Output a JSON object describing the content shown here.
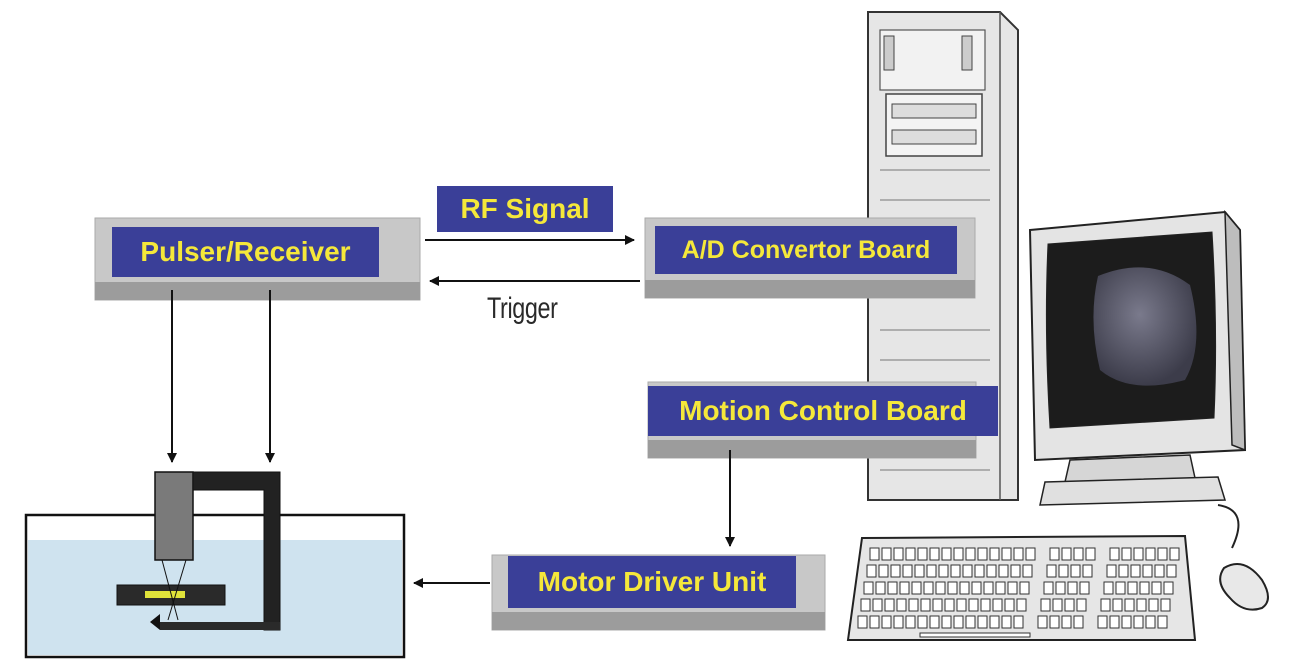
{
  "labels": {
    "rf_signal": "RF Signal",
    "trigger": "Trigger",
    "pulser_receiver": "Pulser/Receiver",
    "ad_convertor": "A/D Convertor Board",
    "motion_control": "Motion Control Board",
    "motor_driver": "Motor Driver Unit"
  },
  "colors": {
    "label_bg": "#3a3f98",
    "label_text": "#f5e83a",
    "box_gray": "#c8c8c8",
    "water": "#cfe3ef",
    "screen": "#4a4a5e"
  }
}
